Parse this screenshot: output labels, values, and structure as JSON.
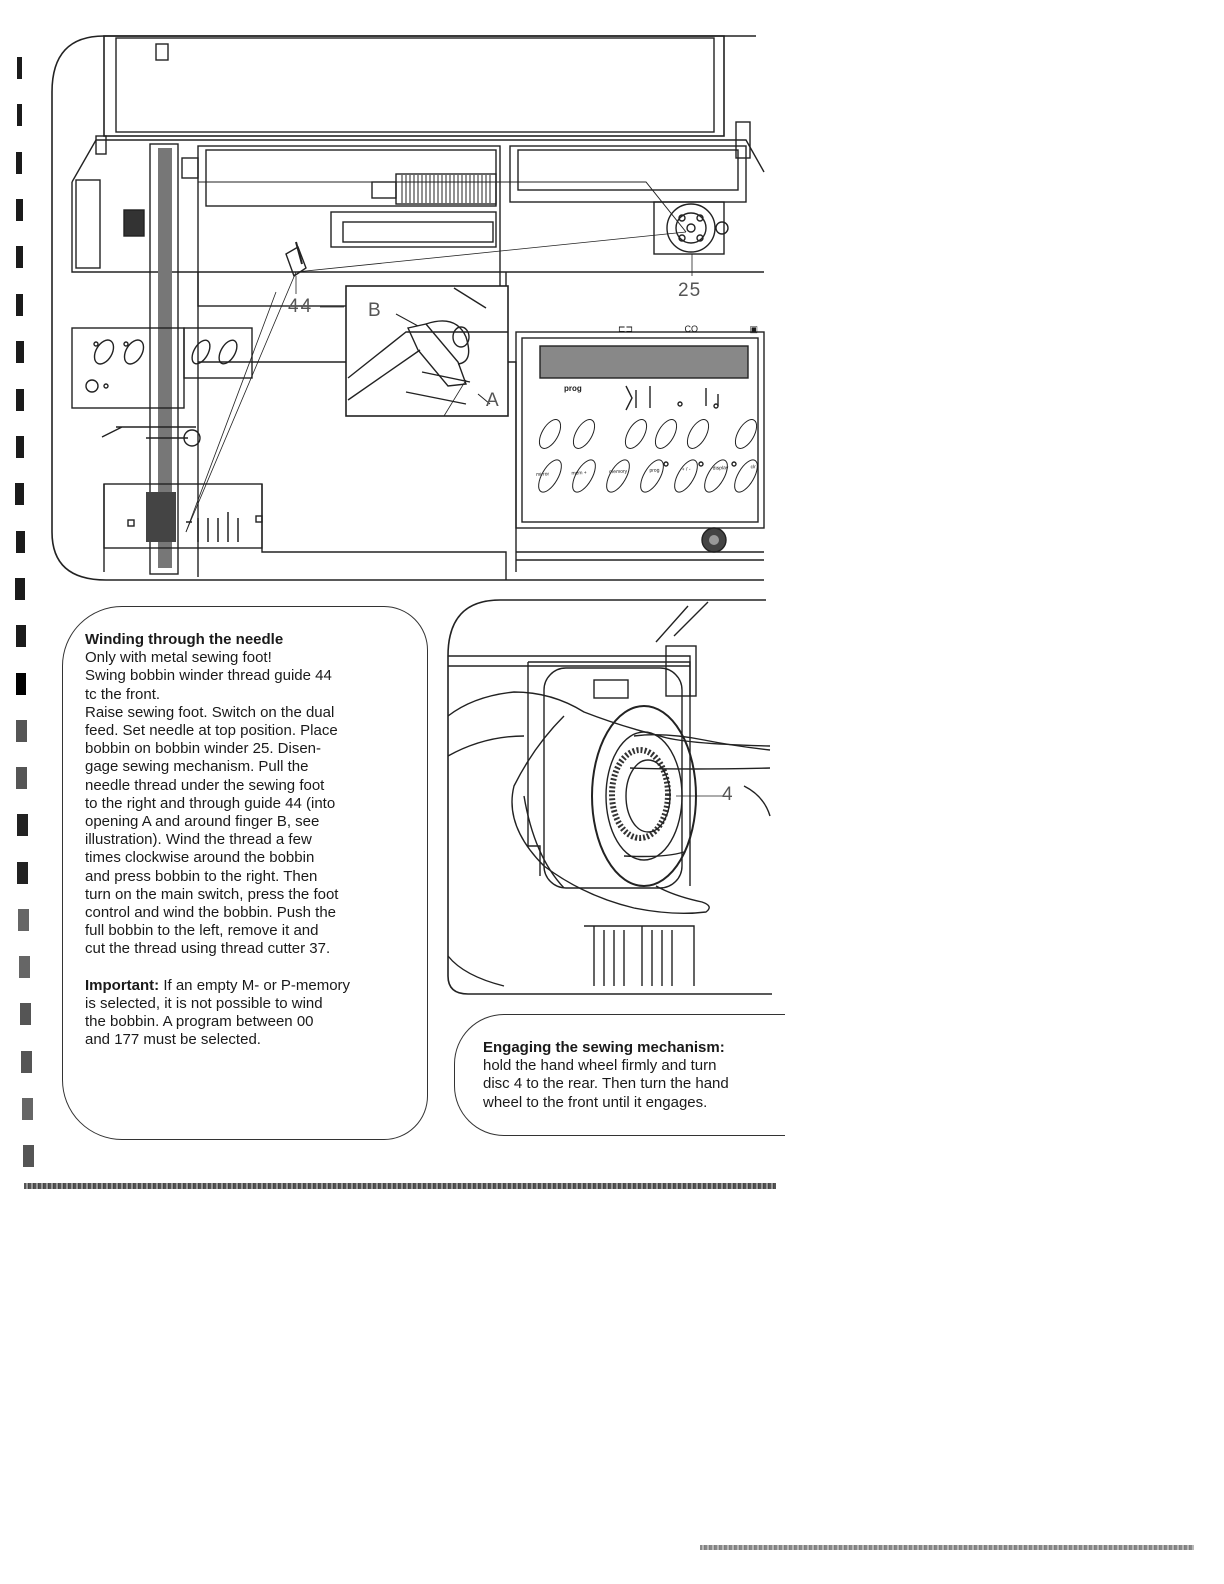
{
  "illustration_top": {
    "callouts": {
      "guide": "44",
      "winder": "25",
      "opening": "A",
      "finger": "B"
    },
    "panel": {
      "symbols": [
        "⊏⊐",
        "CO",
        "▣"
      ],
      "prog_label": "prog",
      "button_labels": [
        "mirror",
        "mem +",
        "memory",
        "prog",
        "+ / -",
        "display",
        "clr"
      ]
    }
  },
  "winding_box": {
    "heading": "Winding through the needle",
    "lines": [
      "Only with metal sewing foot!",
      "Swing bobbin winder thread guide 44",
      "tc the front.",
      "Raise sewing foot. Switch on the dual",
      "feed. Set needle at top position. Place",
      "bobbin on bobbin winder 25. Disen-",
      "gage sewing mechanism. Pull the",
      "needle thread under the sewing foot",
      "to the right and through guide 44 (into",
      "opening A and around finger B, see",
      "illustration). Wind the thread a few",
      "times clockwise around the bobbin",
      "and press bobbin to the right. Then",
      "turn on the main switch, press the foot",
      "control and wind the bobbin. Push the",
      "full bobbin to the left, remove it and",
      "cut the thread using thread cutter 37."
    ],
    "important_label": "Important:",
    "important_first": " If an empty M- or P-memory",
    "important_lines": [
      "is selected, it is not possible to wind",
      "the bobbin. A program between 00",
      "and 177 must be selected."
    ]
  },
  "illustration_hand": {
    "callout": "4"
  },
  "engaging_box": {
    "heading": "Engaging the sewing mechanism:",
    "lines": [
      "hold the hand wheel firmly and turn",
      "disc 4 to the rear. Then turn the hand",
      "wheel to the front until it engages."
    ]
  }
}
